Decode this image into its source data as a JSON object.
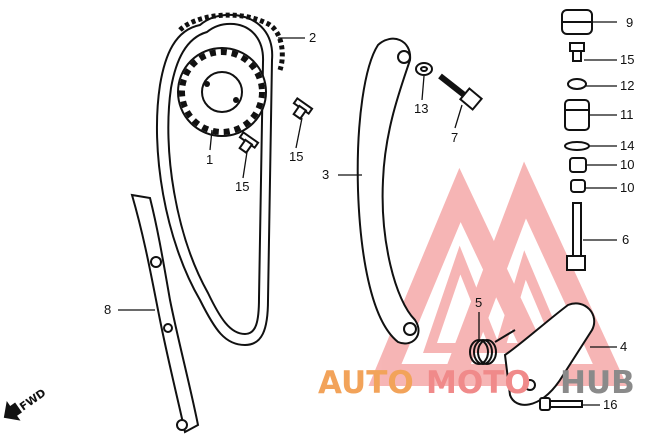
{
  "callouts": {
    "c1": "1",
    "c2": "2",
    "c3": "3",
    "c4": "4",
    "c5": "5",
    "c6": "6",
    "c7": "7",
    "c8": "8",
    "c9": "9",
    "c10a": "10",
    "c10b": "10",
    "c11": "11",
    "c12": "12",
    "c13": "13",
    "c14": "14",
    "c15a": "15",
    "c15b": "15",
    "c15c": "15",
    "c16": "16"
  },
  "direction_label": "FWD",
  "watermark": {
    "part1": "AUTO",
    "part2": "MOTO",
    "part3": "HUB",
    "color_auto": "#f2a35a",
    "color_moto": "#f08a8a",
    "color_hub": "#8a8a8a",
    "logo_color": "#f07a7a"
  },
  "colors": {
    "line": "#111111",
    "background": "#ffffff"
  }
}
